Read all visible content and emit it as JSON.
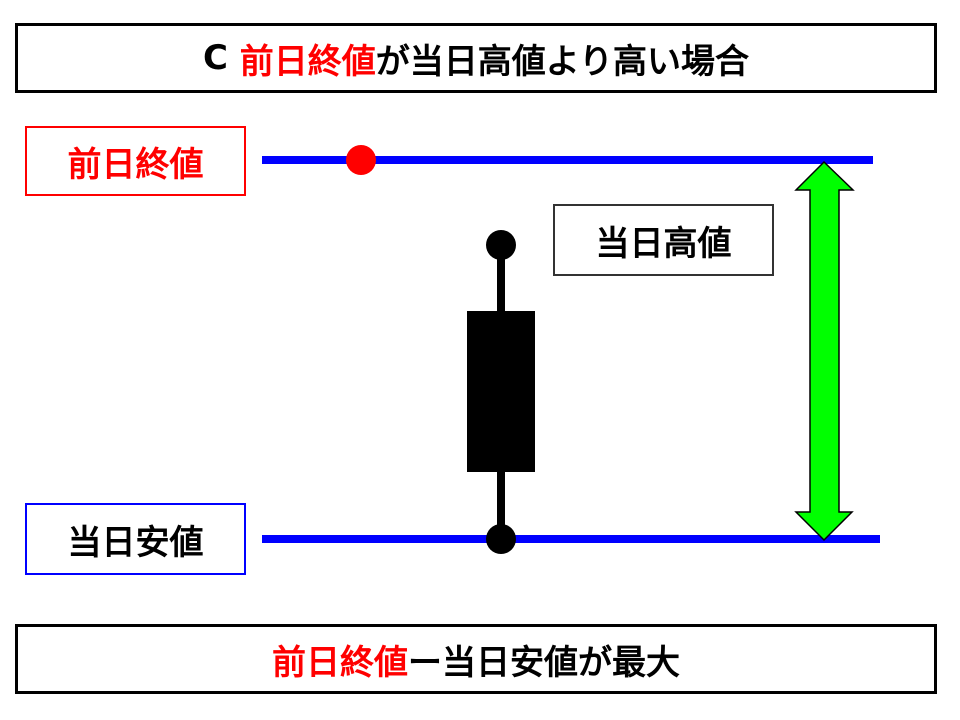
{
  "title": {
    "prefix": "C ",
    "highlight": "前日終値",
    "rest": "が当日高値より高い場合"
  },
  "labels": {
    "prev_close": "前日終値",
    "day_high": "当日高値",
    "day_low": "当日安値"
  },
  "conclusion": {
    "highlight": "前日終値",
    "rest": "ー当日安値が最大"
  },
  "colors": {
    "highlight_text": "#ff0000",
    "price_line": "#0000ff",
    "prev_close_marker": "#ff0000",
    "range_arrow": "#00ff00",
    "candle": "#000000"
  }
}
